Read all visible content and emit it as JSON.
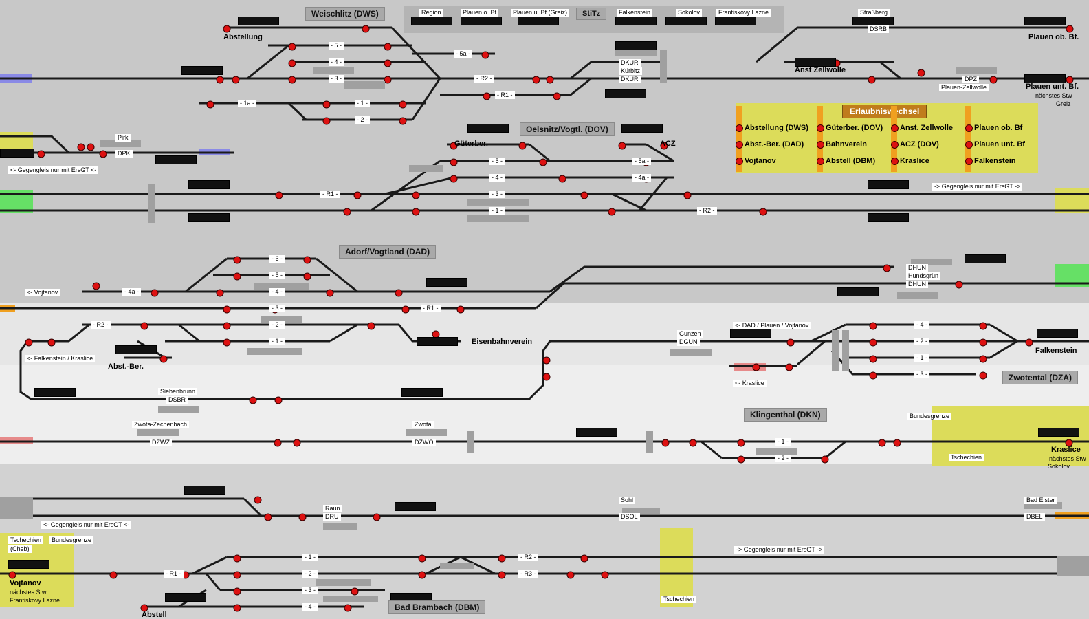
{
  "header_tabs": {
    "region": "Region",
    "plauen_obf": "Plauen o. Bf",
    "plauen_ubf_greiz": "Plauen u. Bf (Greiz)",
    "stitz": "StiTz",
    "falkenstein": "Falkenstein",
    "sokolov": "Sokolov",
    "frantiskovy": "Frantiskovy Lazne",
    "strassberg": "Straßberg"
  },
  "stations": {
    "weischlitz": "Weischlitz (DWS)",
    "oelsnitz": "Oelsnitz/Vogtl. (DOV)",
    "adorf": "Adorf/Vogtland (DAD)",
    "klingenthal": "Klingenthal (DKN)",
    "zwotental": "Zwotental (DZA)",
    "bad_brambach": "Bad Brambach (DBM)"
  },
  "bold_labels": {
    "abstellung": "Abstellung",
    "anst_zellwolle": "Anst Zellwolle",
    "plauen_obf": "Plauen ob. Bf.",
    "plauen_ubf": "Plauen unt. Bf.",
    "gueterber": "Güterber.",
    "acz": "ACZ",
    "abst_ber": "Abst.-Ber.",
    "eisenbahnverein": "Eisenbahnverein",
    "falkenstein": "Falkenstein",
    "kraslice": "Kraslice",
    "vojtanov": "Vojtanov",
    "abstell": "Abstell"
  },
  "small_labels": {
    "pirk": "Pirk",
    "dpk": "DPK",
    "dkur": "DKUR",
    "kuerbitz": "Kürbitz",
    "dsrb": "DSRB",
    "dpz": "DPZ",
    "plauen_zellwolle": "Plauen-Zellwolle",
    "naechstes_stw": "nächstes Stw",
    "greiz": "Greiz",
    "dhun": "DHUN",
    "hundsgruen": "Hundsgrün",
    "gunzen": "Gunzen",
    "dgun": "DGUN",
    "siebenbrunn": "Siebenbrunn",
    "dsbr": "DSBR",
    "zwota_zechenbach": "Zwota-Zechenbach",
    "dzwz": "DZWZ",
    "zwota": "Zwota",
    "dzwo": "DZWO",
    "bundesgrenze": "Bundesgrenze",
    "tschechien": "Tschechien",
    "sokolov": "Sokolov",
    "raun": "Raun",
    "dru": "DRU",
    "sohl": "Sohl",
    "dsol": "DSOL",
    "bad_elster": "Bad Elster",
    "dbel": "DBEL",
    "tschechien_cheb": "Tschechien",
    "cheb": "(Cheb)",
    "frantiskovy": "Frantiskovy Lazne"
  },
  "notes": {
    "gegengleis_left1": "<- Gegengleis nur mit ErsGT <-",
    "gegengleis_right1": "-> Gegengleis nur mit ErsGT ->",
    "gegengleis_left2": "<- Gegengleis nur mit ErsGT <-",
    "gegengleis_right2": "-> Gegengleis nur mit ErsGT ->",
    "to_vojtanov": "<- Vojtanov",
    "to_falk_kras": "<- Falkenstein / Kraslice",
    "to_dad": "<- DAD / Plauen / Vojtanov",
    "to_kraslice": "<- Kraslice"
  },
  "tracks": {
    "t5": "- 5 -",
    "t4": "- 4 -",
    "t3": "- 3 -",
    "t5a": "- 5a -",
    "t1a": "- 1a -",
    "t1": "- 1 -",
    "t2": "- 2 -",
    "r2": "- R2 -",
    "r1": "- R1 -",
    "r3": "- R3 -",
    "t6": "- 6 -",
    "t4a": "- 4a -"
  },
  "erlaubniswechsel": {
    "title": "Erlaubniswechsel",
    "items": [
      [
        "Abstellung (DWS)",
        "Abst.-Ber. (DAD)",
        "Vojtanov"
      ],
      [
        "Güterber. (DOV)",
        "Bahnverein",
        "Abstell (DBM)"
      ],
      [
        "Anst. Zellwolle",
        "ACZ (DOV)",
        "Kraslice"
      ],
      [
        "Plauen ob. Bf",
        "Plauen unt. Bf",
        "Falkenstein"
      ]
    ]
  },
  "colors": {
    "bg": "#c8c8c8",
    "track": "#222222",
    "signal": "#d11111",
    "yellow": "#dcdc5a",
    "orange": "#f0a020",
    "blue": "#8a8ae6",
    "green": "#66e066",
    "pink": "#e68a8a"
  }
}
